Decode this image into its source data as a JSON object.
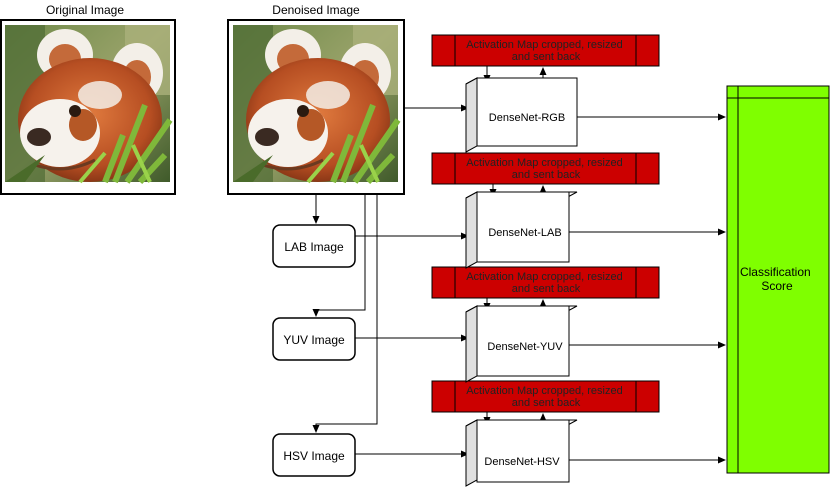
{
  "labels": {
    "original": "Original Image",
    "denoised": "Denoised Image",
    "classification": "Classification Score"
  },
  "color_spaces": [
    {
      "image_label": "LAB Image",
      "net_label": "DenseNet-LAB"
    },
    {
      "image_label": "YUV Image",
      "net_label": "DenseNet-YUV"
    },
    {
      "image_label": "HSV Image",
      "net_label": "DenseNet-HSV"
    }
  ],
  "rgb_net_label": "DenseNet-RGB",
  "activation_map_text": "Activation Map cropped, resized and sent back",
  "colors": {
    "activation_fill": "#cc0000",
    "classification_fill": "#7fff00",
    "cube_side": "#e0e0e0",
    "panda_fur": "#c65a2a",
    "foliage": "#5d8a2c"
  },
  "images": [
    {
      "name": "original-image",
      "description": "red panda photo"
    },
    {
      "name": "denoised-image",
      "description": "red panda photo"
    }
  ]
}
